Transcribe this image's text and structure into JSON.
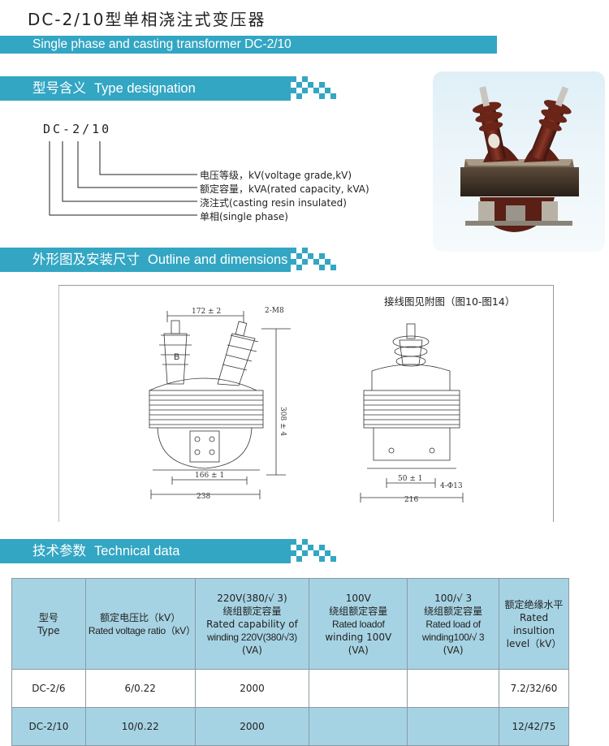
{
  "title": "DC-2/10型单相浇注式变压器",
  "subtitle": "Single phase and casting transformer DC-2/10",
  "sections": {
    "type_designation": {
      "zh": "型号含义",
      "en": "Type designation"
    },
    "outline": {
      "zh": "外形图及安装尺寸",
      "en": "Outline and dimensions"
    },
    "technical": {
      "zh": "技术参数",
      "en": "Technical data"
    }
  },
  "designation": {
    "code": "DC-2/10",
    "items": [
      "电压等级，kV(voltage grade,kV)",
      "额定容量，kVA(rated capacity, kVA)",
      "浇注式(casting resin insulated)",
      "单相(single phase)"
    ]
  },
  "drawing": {
    "note": "接线图见附图（图10-图14）",
    "dims": {
      "top_span": "172 ± 2",
      "holes": "2-M8",
      "height": "308 ± 4",
      "base_inner_left": "166 ± 1",
      "base_outer_left": "238",
      "base_inner_right": "50 ± 1",
      "slot": "4-Φ13",
      "base_outer_right": "216"
    },
    "terminal_mark": "B"
  },
  "table": {
    "headers": [
      [
        "型号",
        "Type"
      ],
      [
        "额定电压比（kV）",
        "Rated voltage ratio（kV）"
      ],
      [
        "220V(380/√ 3)",
        "绕组额定容量",
        "Rated capability of",
        "winding 220V(380/√3)",
        "(VA)"
      ],
      [
        "100V",
        "绕组额定容量",
        "Rated loadof",
        "winding 100V",
        "(VA)"
      ],
      [
        "100/√ 3",
        "绕组额定容量",
        "Rated load of",
        "winding100/√ 3",
        "(VA)"
      ],
      [
        "额定绝缘水平",
        "Rated",
        "insultion",
        "level（kV）"
      ]
    ],
    "rows": [
      [
        "DC-2/6",
        "6/0.22",
        "2000",
        "",
        "",
        "7.2/32/60"
      ],
      [
        "DC-2/10",
        "10/0.22",
        "2000",
        "",
        "",
        "12/42/75"
      ]
    ]
  },
  "colors": {
    "accent": "#33a6c3",
    "table_fill": "#a6d3e3"
  }
}
